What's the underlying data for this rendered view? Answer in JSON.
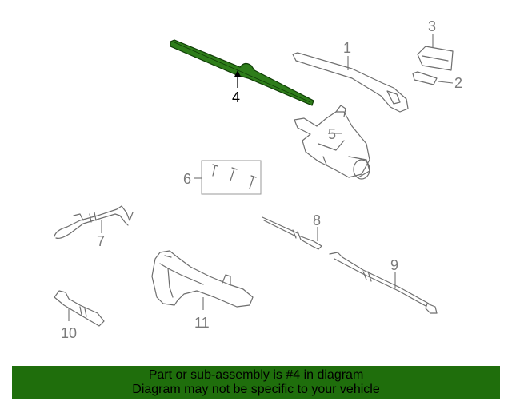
{
  "callouts": {
    "c1": "1",
    "c2": "2",
    "c3": "3",
    "c4": "4",
    "c5": "5",
    "c6": "6",
    "c7": "7",
    "c8": "8",
    "c9": "9",
    "c10": "10",
    "c11": "11"
  },
  "highlight_callout": "4",
  "colors": {
    "highlight": "#2e7d1a",
    "banner": "#1f6e0c",
    "line": "#6e6e6e"
  },
  "banner": {
    "line1": "Part or sub-assembly is #4 in diagram",
    "line2": "Diagram may not be specific to your vehicle"
  }
}
